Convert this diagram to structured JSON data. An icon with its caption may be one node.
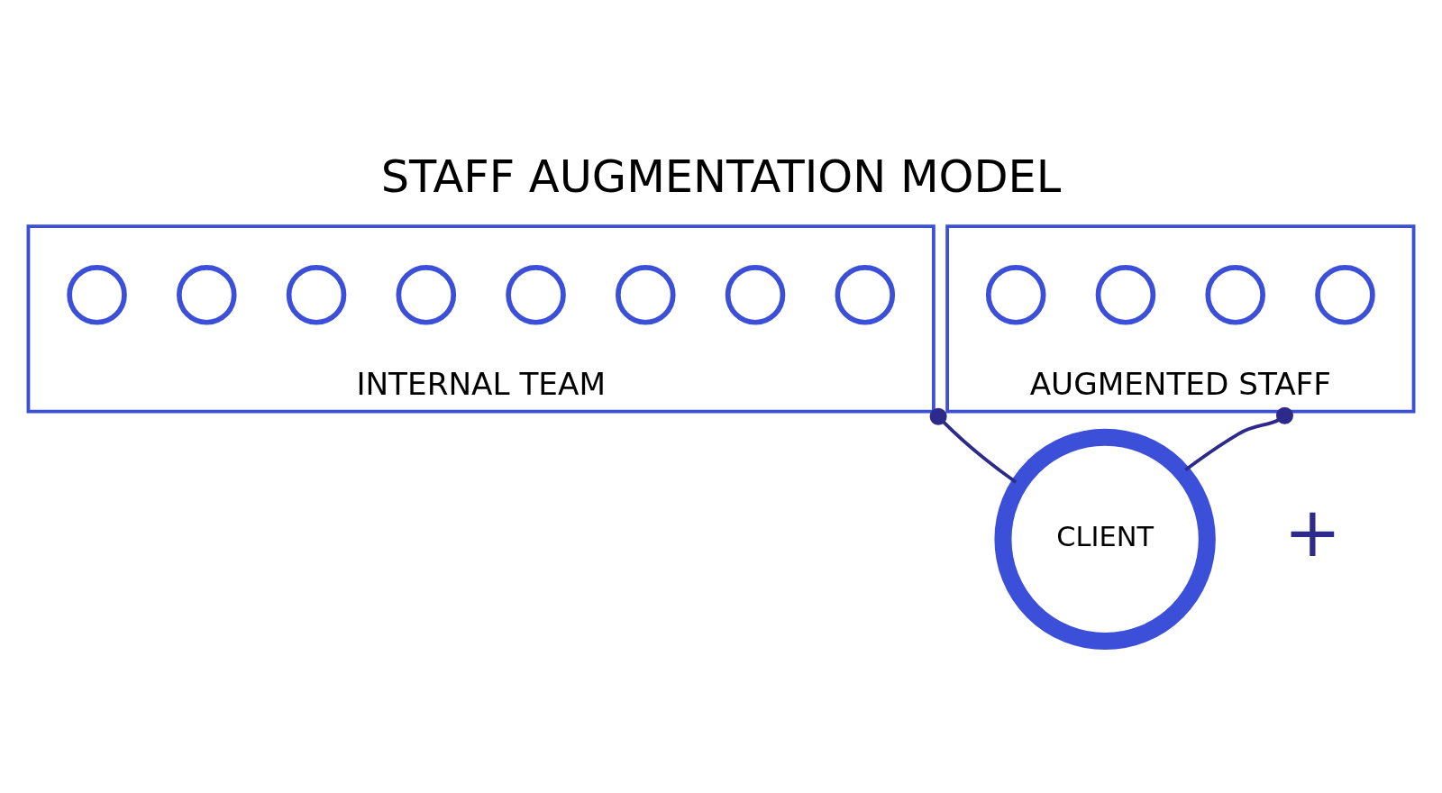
{
  "diagram": {
    "title": "STAFF AUGMENTATION MODEL",
    "nodes": [
      {
        "text": [
          "INTERNAL TEAM"
        ]
      },
      {
        "text": [
          "AUGMENTED STAFF"
        ]
      },
      {
        "text": [
          "CLIENT"
        ]
      },
      {
        "text": [],
        "shape": "person",
        "in": 0
      },
      {
        "text": [],
        "shape": "person",
        "in": 0
      },
      {
        "text": [],
        "shape": "person",
        "in": 0
      },
      {
        "text": [],
        "shape": "person",
        "in": 0
      },
      {
        "text": [],
        "shape": "person",
        "in": 0
      },
      {
        "text": [],
        "shape": "person",
        "in": 0
      },
      {
        "text": [],
        "shape": "person",
        "in": 0
      },
      {
        "text": [],
        "shape": "person",
        "in": 0
      },
      {
        "text": [],
        "shape": "person",
        "in": 1
      },
      {
        "text": [],
        "shape": "person",
        "in": 1
      },
      {
        "text": [],
        "shape": "person",
        "in": 1
      },
      {
        "text": [],
        "shape": "person",
        "in": 1
      }
    ],
    "edges": [
      {
        "from": 2,
        "to": 0,
        "arrow": "other"
      },
      {
        "from": 2,
        "to": 1,
        "arrow": "other"
      }
    ],
    "labels": [
      "+"
    ]
  }
}
